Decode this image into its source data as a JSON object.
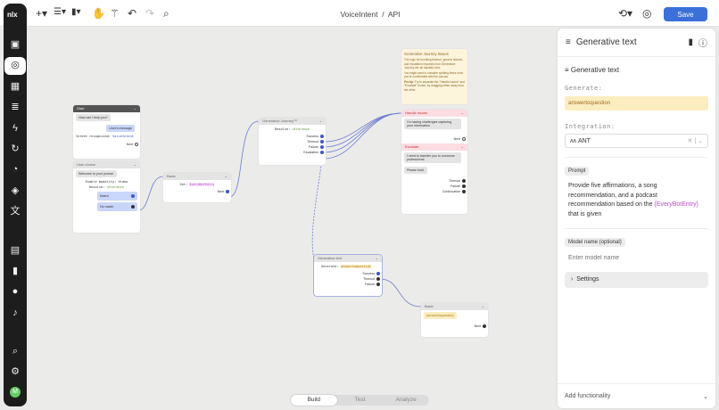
{
  "app": {
    "logo": "nlx",
    "breadcrumb": [
      "VoiceIntent",
      "API"
    ],
    "save": "Save"
  },
  "toolbar": {
    "icons": [
      "plus-icon",
      "list-icon",
      "bookmark-icon",
      "hand-icon",
      "magic-wand-icon",
      "undo-icon",
      "redo-icon",
      "search-icon"
    ]
  },
  "sidebar": {
    "icons": [
      "bot-icon",
      "target-icon",
      "apps-icon",
      "database-icon",
      "bolt-icon",
      "refresh-icon",
      "gauge-icon",
      "layers-icon",
      "translate-icon",
      "archive-icon",
      "chart-icon",
      "lightbulb-icon",
      "bell-icon",
      "search-icon",
      "gear-icon"
    ],
    "avatar": "M"
  },
  "nodes": {
    "start": {
      "title": "Start",
      "bubble": "How can I help you?",
      "user": "User's message",
      "intent_label": "Intent recognized:",
      "intent": "VoiceIntent",
      "next": "Next"
    },
    "choice": {
      "title": "User choice",
      "bubble": "Welcome to your journal.",
      "modality_label": "Enable modality:",
      "modality": "Video",
      "resolve_label": "Resolve:",
      "resolve": "utterance",
      "match": "Match",
      "nomatch": "No match"
    },
    "basic1": {
      "title": "Basic",
      "set_label": "Set:",
      "set": "EveryBotEntry",
      "next": "Next"
    },
    "journey": {
      "title": "Generative Journey™",
      "resolve_label": "Resolve:",
      "resolve": "utterance",
      "ports": [
        "Success",
        "Timeout",
        "Failure",
        "Escalation"
      ]
    },
    "note": {
      "title": "Generative Journey Issues",
      "p1": "The logic for bundling timeout, generic failures, and escalation requests from Generative Journey are all handled here.",
      "p2": "You might want to consider splitting these once you're comfortable with the canvas.",
      "tip_label": "Pro tip",
      "tip": ": Try to separate the \"Handle issues\" and \"Escalate\" nodes, by dragging either away from the other."
    },
    "issues": {
      "title": "Handle issues",
      "bubble": "I'm having challenges capturing your information",
      "next": "Next"
    },
    "escalate": {
      "title": "Escalate",
      "bubble1": "I need to transfer you to someone professional.",
      "bubble2": "Please hold.",
      "ports": [
        "Timeout",
        "Failure",
        "Continuation"
      ]
    },
    "gentext": {
      "title": "Generative text",
      "gen_label": "Generate:",
      "gen": "answertoquestion",
      "ports": [
        "Success",
        "Timeout",
        "Failure"
      ]
    },
    "basic2": {
      "title": "Basic",
      "bubble": "{answertoquestion}",
      "next": "Next"
    }
  },
  "panel": {
    "title": "Generative text",
    "section": "Generative text",
    "generate_label": "Generate:",
    "generate_value": "answertoquestion",
    "integration_label": "Integration:",
    "integration_value": "ANT",
    "prompt_label": "Prompt",
    "prompt_text": "Provide five affirmations, a song recommendation, and a podcast recommendation based on the ",
    "prompt_var": "{EveryBotEntry}",
    "prompt_end": " that is given",
    "model_label": "Model name (optional)",
    "model_placeholder": "Enter model name",
    "settings": "Settings",
    "add_functionality": "Add functionality"
  },
  "bottom_tabs": [
    {
      "label": "Build",
      "active": true
    },
    {
      "label": "Test"
    },
    {
      "label": "Analyze"
    }
  ],
  "colors": {
    "accent": "#3b6fd9",
    "highlight": "#fbedc0",
    "variable": "#c04ed0"
  }
}
